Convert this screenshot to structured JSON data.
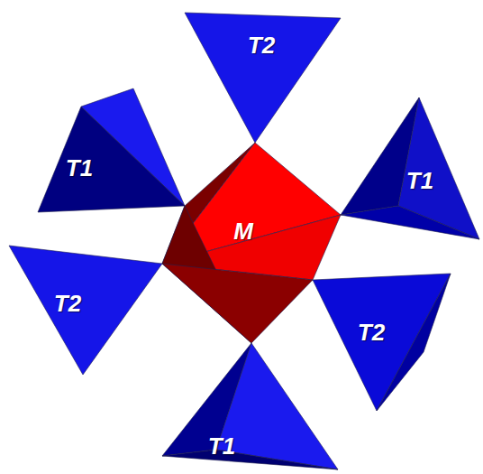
{
  "diagram": {
    "nodes": [
      {
        "text": [
          "T2"
        ]
      },
      {
        "text": [
          "T1"
        ]
      },
      {
        "text": [
          "T1"
        ]
      },
      {
        "text": [
          "M"
        ]
      },
      {
        "text": [
          "T2"
        ]
      },
      {
        "text": [
          "T2"
        ]
      },
      {
        "text": [
          "T1"
        ]
      }
    ]
  }
}
